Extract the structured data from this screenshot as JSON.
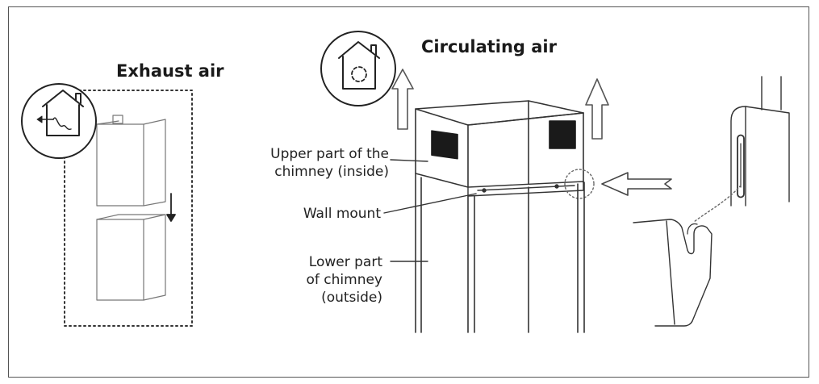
{
  "titles": {
    "exhaust": "Exhaust air",
    "circulating": "Circulating air"
  },
  "labels": {
    "upper_line1": "Upper part of the",
    "upper_line2": "chimney (inside)",
    "wall_mount": "Wall mount",
    "lower_line1": "Lower part",
    "lower_line2": "of chimney",
    "lower_line3": "(outside)"
  },
  "icons": {
    "exhaust": "house-exhaust-icon",
    "circulating": "house-circulating-icon"
  },
  "colors": {
    "line": "#333333",
    "dark_panel": "#1a1a1a"
  }
}
